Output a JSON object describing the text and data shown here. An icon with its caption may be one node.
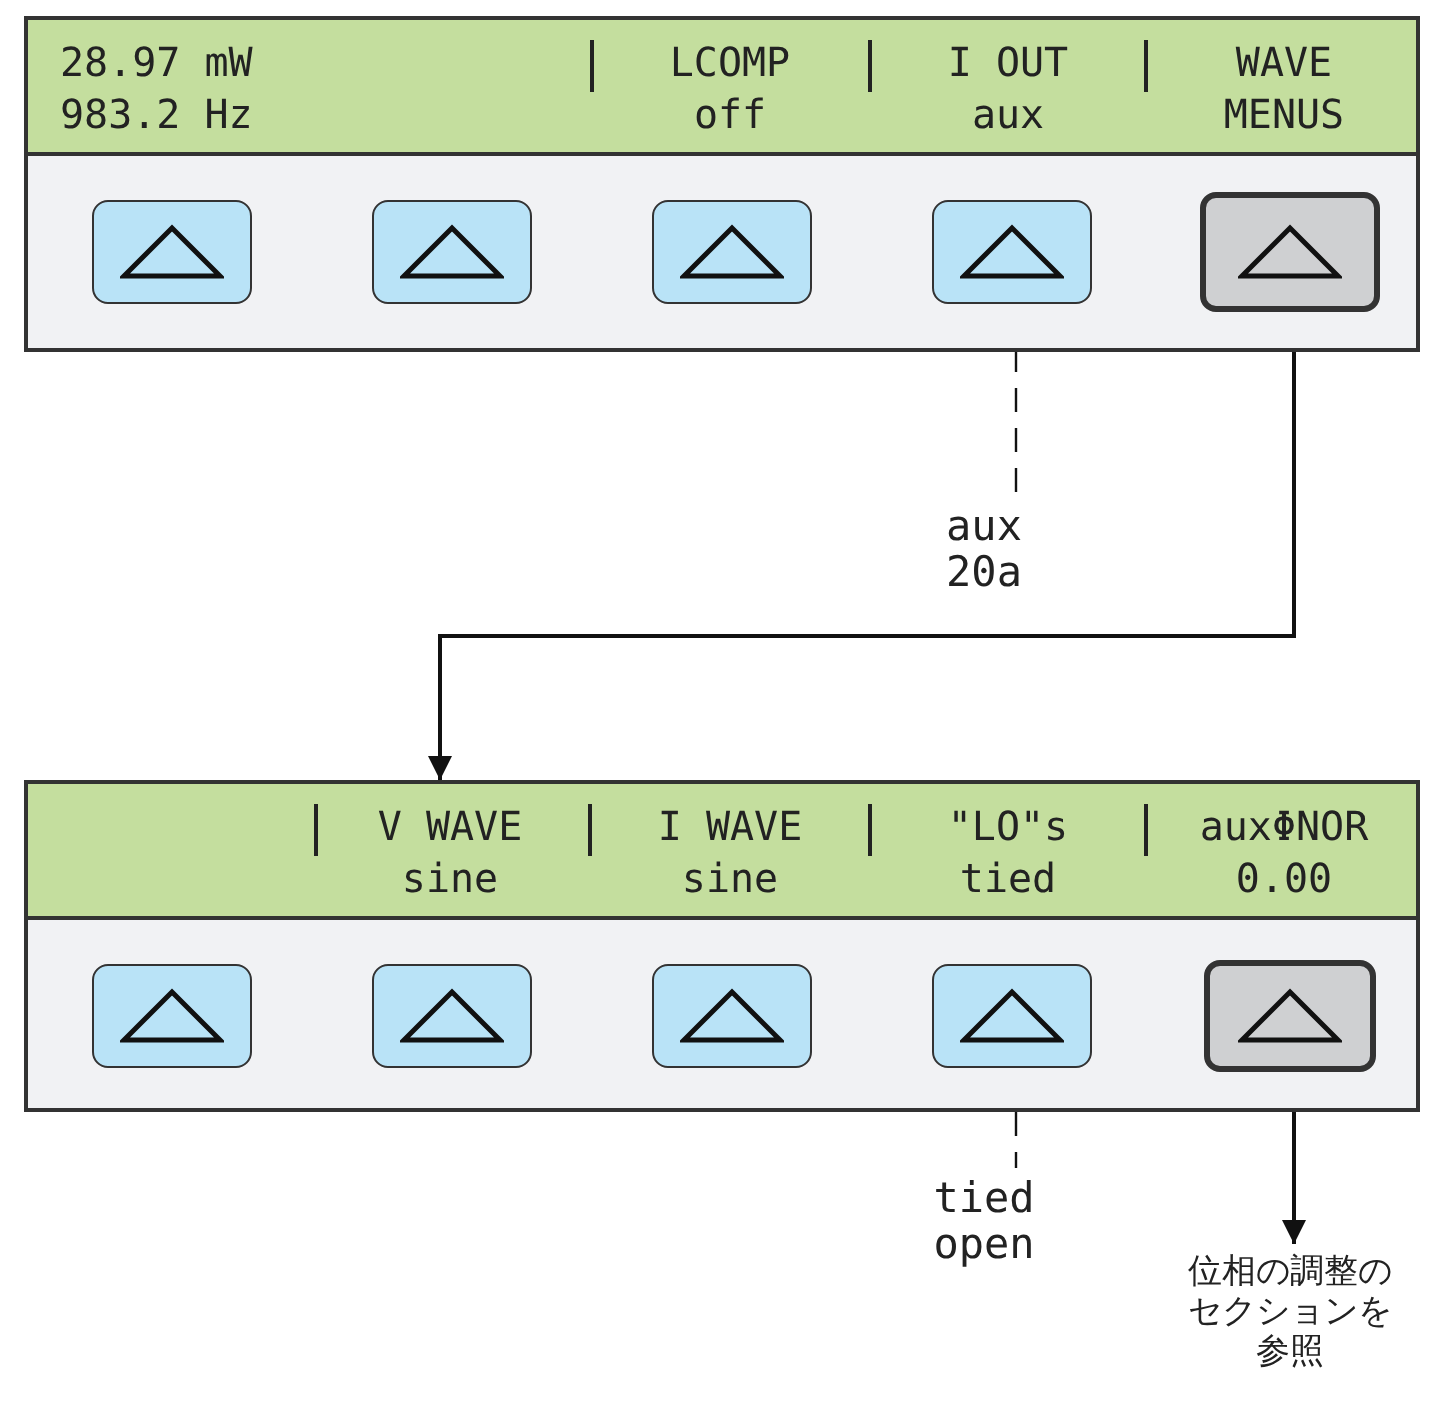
{
  "diagram": {
    "nodes": [
      {
        "text": [],
        "shape": "box"
      },
      {
        "text": [
          "28.97 mW 983.2 Hz",
          "LCOMP off",
          "I OUT aux",
          "WAVE MENUS"
        ],
        "in": 0
      },
      {
        "text": [],
        "shape": "box",
        "in": 0
      },
      {
        "text": [],
        "shape": "box",
        "in": 0
      },
      {
        "text": [],
        "shape": "box",
        "in": 0
      },
      {
        "text": [],
        "shape": "box",
        "in": 0
      },
      {
        "text": [],
        "shape": "box",
        "in": 0
      },
      {
        "text": [
          "aux 20a"
        ]
      },
      {
        "text": [],
        "shape": "box"
      },
      {
        "text": [
          "V WAVE sine",
          "I WAVE sine",
          "\"LO\"s tied",
          "auxΦNOR 0.00"
        ],
        "in": 8
      },
      {
        "text": [],
        "shape": "box",
        "in": 8
      },
      {
        "text": [],
        "shape": "box",
        "in": 8
      },
      {
        "text": [],
        "shape": "box",
        "in": 8
      },
      {
        "text": [],
        "shape": "box",
        "in": 8
      },
      {
        "text": [],
        "shape": "box",
        "in": 8
      },
      {
        "text": [
          "tied open"
        ]
      },
      {
        "text": [
          "位相の調整のセクションを参照"
        ]
      }
    ],
    "edges": [
      {
        "from": 5,
        "to": 7,
        "arrow": "none",
        "style": "dashed"
      },
      {
        "from": 6,
        "to": 8,
        "arrow": "to"
      },
      {
        "from": 13,
        "to": 15,
        "arrow": "none",
        "style": "dashed"
      },
      {
        "from": 14,
        "to": 16,
        "arrow": "to"
      }
    ]
  }
}
